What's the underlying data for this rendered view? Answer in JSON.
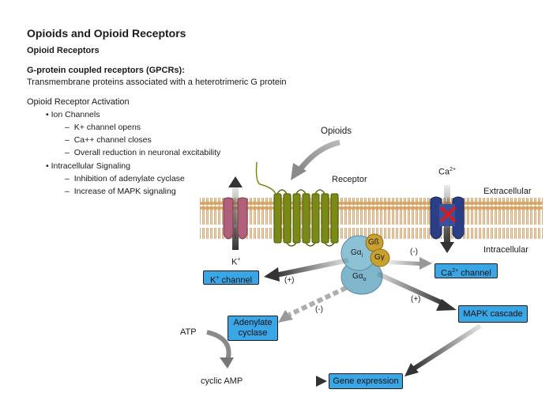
{
  "title": "Opioids and Opioid Receptors",
  "section_heading": "Opioid Receptors",
  "gpcr_heading": "G-protein coupled receptors (GPCRs):",
  "gpcr_desc": "Transmembrane proteins associated with a heterotrimeric G protein",
  "activation_heading": "Opioid Receptor Activation",
  "bullets": {
    "ion_channels": "Ion Channels",
    "k_opens": "K+ channel opens",
    "ca_closes": "Ca++ channel closes",
    "reduction": "Overall reduction in neuronal excitability",
    "intracellular": "Intracellular Signaling",
    "inhibition": "Inhibition of adenylate cyclase",
    "mapk_increase": "Increase of MAPK signaling"
  },
  "diagram": {
    "opioids_label": "Opioids",
    "receptor_label": "Receptor",
    "extracellular_label": "Extracellular",
    "intracellular_label": "Intracellular",
    "ca_ion_base": "Ca",
    "ca_ion_sup": "2+",
    "k_ion_base": "K",
    "k_ion_sup": "+",
    "g_beta": "Gß",
    "g_gamma": "Gγ",
    "g_alpha_i_base": "Gα",
    "g_alpha_i_sub": "i",
    "g_alpha_o_base": "Gα",
    "g_alpha_o_sub": "o",
    "k_channel_base": "K",
    "k_channel_sup": "+",
    "k_channel_rest": " channel",
    "ca_channel_base": "Ca",
    "ca_channel_sup": "2+",
    "ca_channel_rest": " channel",
    "adenylate_line1": "Adenylate",
    "adenylate_line2": "cyclase",
    "mapk_cascade": "MAPK cascade",
    "gene_expression": "Gene expression",
    "atp": "ATP",
    "cyclic_amp": "cyclic AMP",
    "plus_k": "(+)",
    "minus_ca": "(-)",
    "minus_adcy": "(-)",
    "plus_mapk": "(+)"
  },
  "colors": {
    "membrane": "#d7a15c",
    "k_channel_protein": "#b0607a",
    "ca_channel_protein": "#2b3f86",
    "receptor_protein": "#7a8a16",
    "g_alpha": "#7fb6cc",
    "g_beta_gamma": "#c9a12f",
    "box_fill": "#3aa6e6",
    "block_x": "#e01818"
  }
}
